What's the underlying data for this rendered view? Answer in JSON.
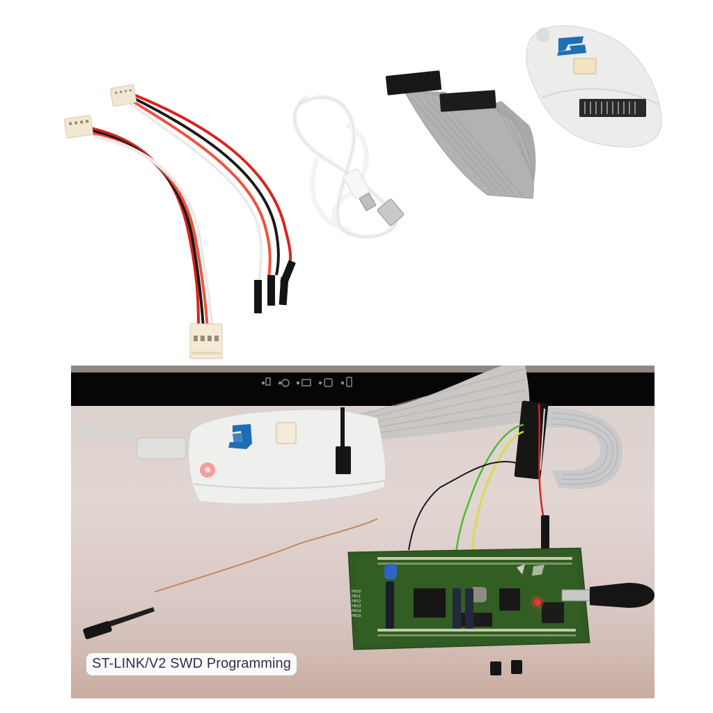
{
  "top_photo": {
    "description": "ST-LINK/V2 kit contents on white background",
    "items": [
      {
        "name": "4-pin jumper cable (connector to connector)",
        "wire_colors": [
          "#d8231e",
          "#1a1a1a",
          "#ffffff",
          "#f0523c"
        ]
      },
      {
        "name": "4-pin to dupont jumper cable",
        "wire_colors": [
          "#ffffff",
          "#f0523c",
          "#1a1a1a",
          "#d8231e"
        ]
      },
      {
        "name": "USB mini-B cable",
        "color": "#f4f4f4"
      },
      {
        "name": "20-pin ribbon cable",
        "color": "#a8a8aa"
      },
      {
        "name": "ST-LINK/V2 programmer",
        "logo_color": "#1e6fb8"
      }
    ]
  },
  "bottom_photo": {
    "description": "ST-LINK/V2 connected to STM32 discovery board",
    "caption": "ST-LINK/V2 SWD Programming",
    "monitor_icons": [
      "standby-icon",
      "power-icon",
      "input-icon",
      "menu-icon",
      "battery-icon"
    ],
    "board_pin_labels": [
      "PB10",
      "PB11",
      "PB12",
      "PB13",
      "PB14",
      "PB15"
    ],
    "led_color": "#ff3030",
    "jumper_wire_colors": [
      "#1a1a1a",
      "#5fbf3a",
      "#d6e23a",
      "#d8231e"
    ]
  }
}
